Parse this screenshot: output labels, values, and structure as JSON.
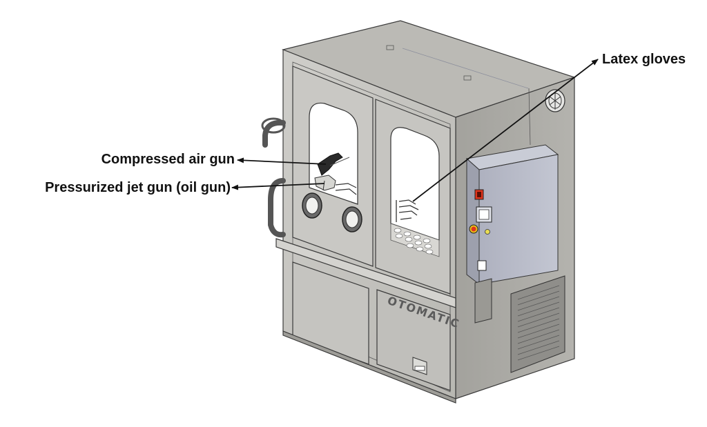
{
  "labels": {
    "air_gun": "Compressed air gun",
    "jet_gun": "Pressurized jet gun (oil gun)",
    "gloves": "Latex gloves"
  },
  "brand": {
    "name": "OTOMATIC"
  },
  "colors": {
    "body": "#c3c2be",
    "side": "#a9a8a3",
    "top": "#b9b8b3",
    "control_box": "#b7bac7",
    "window": "#ffffff",
    "outline": "#3a3a3a",
    "emergency_stop": "#e0341c",
    "arrow": "#111111"
  },
  "icons": [
    "fan-icon",
    "emergency-stop-icon",
    "power-switch-icon",
    "indicator-lamp-icon",
    "display-screen-icon"
  ]
}
